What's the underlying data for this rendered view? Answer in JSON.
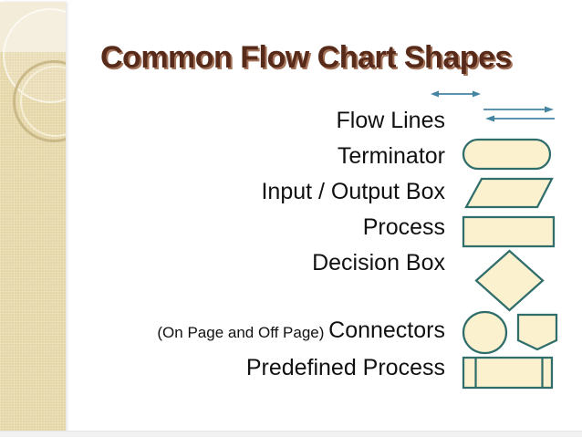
{
  "slide": {
    "title": "Common Flow Chart Shapes",
    "labels": [
      {
        "text": "Flow Lines"
      },
      {
        "text": "Terminator"
      },
      {
        "text": "Input / Output Box"
      },
      {
        "text": "Process"
      },
      {
        "text": "Decision Box"
      },
      {
        "prefix": "(On Page and Off Page) ",
        "text": "Connectors"
      },
      {
        "text": "Predefined Process"
      }
    ],
    "shapes": [
      {
        "name": "flow-line-two-way-arrow"
      },
      {
        "name": "flow-line-right-arrow"
      },
      {
        "name": "flow-line-left-arrow"
      },
      {
        "name": "terminator-rounded-box"
      },
      {
        "name": "input-output-parallelogram"
      },
      {
        "name": "process-rectangle"
      },
      {
        "name": "decision-diamond"
      },
      {
        "name": "on-page-connector-circle"
      },
      {
        "name": "off-page-connector-pentagon"
      },
      {
        "name": "predefined-process-box"
      }
    ]
  },
  "theme": {
    "accent_tan": "#E5D6A7",
    "accent_tan_light": "#F2ECD9",
    "shape_fill": "#FBF1CF",
    "shape_border": "#2F6E6B",
    "arrow_color": "#4585A4",
    "title_color": "#572A19",
    "title_shadow": "#A5755B",
    "text_color": "#111111",
    "footer_strip": "#F1F1F1"
  }
}
